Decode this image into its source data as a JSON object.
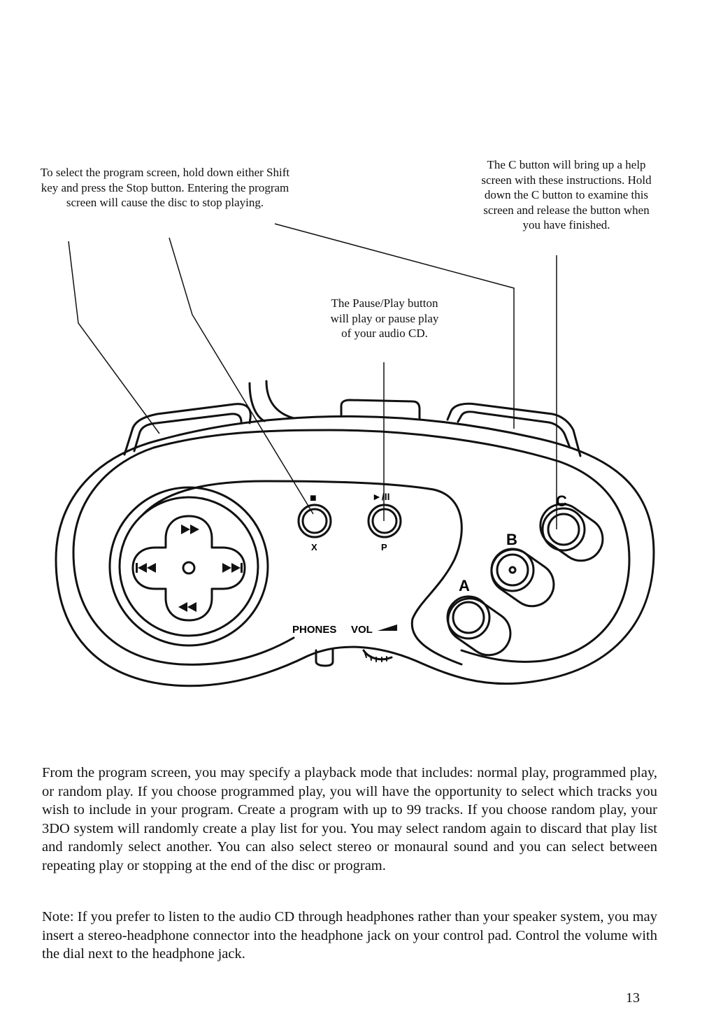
{
  "callouts": {
    "select_program": "To select the program screen, hold down either Shift key and press the Stop button. Entering the program screen will cause the disc to stop playing.",
    "c_button": "The C button will bring up a help screen with these instructions. Hold down the C button to examine this screen and release the button when you have finished.",
    "pause_play": "The Pause/Play button will play or pause play of your audio CD."
  },
  "controller": {
    "labels": {
      "stop_symbol": "■",
      "play_pause_symbol": "►/II",
      "x": "X",
      "p": "P",
      "a": "A",
      "b": "B",
      "c": "C",
      "phones": "PHONES",
      "vol": "VOL"
    }
  },
  "body": {
    "paragraph_main": "From the program screen, you may specify a playback mode that includes: normal play, programmed play, or random play. If you choose programmed play, you will have the opportunity to select which tracks you wish to include in your program. Create a program with up to 99 tracks. If you choose random play, your 3DO system will randomly create a play list for you. You may select random again to discard that play list and randomly select another. You can also select stereo or monaural sound and you can select between repeating play or stopping at the end of the disc or program.",
    "paragraph_note": "Note: If you prefer to listen to the audio CD through headphones rather than your speaker system, you may insert a stereo-headphone connector into the headphone jack on your control pad. Control the volume with the dial next to the headphone jack."
  },
  "page_number": "13"
}
